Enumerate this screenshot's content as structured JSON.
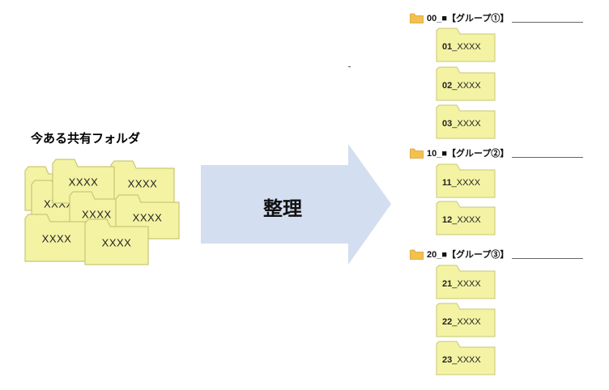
{
  "left": {
    "title": "今ある共有フォルダ",
    "folder_label": "XXXX"
  },
  "arrow": {
    "label": "整理"
  },
  "groups": [
    {
      "head": "00_■【グループ①】",
      "items": [
        {
          "num": "01",
          "suffix": "_XXXX"
        },
        {
          "num": "02",
          "suffix": "_XXXX"
        },
        {
          "num": "03",
          "suffix": "_XXXX"
        }
      ]
    },
    {
      "head": "10_■【グループ②】",
      "items": [
        {
          "num": "11",
          "suffix": "_XXXX"
        },
        {
          "num": "12",
          "suffix": "_XXXX"
        }
      ]
    },
    {
      "head": "20_■【グループ③】",
      "items": [
        {
          "num": "21",
          "suffix": "_XXXX"
        },
        {
          "num": "22",
          "suffix": "_XXXX"
        },
        {
          "num": "23",
          "suffix": "_XXXX"
        }
      ]
    }
  ],
  "colors": {
    "folder_fill": "#f4f3a4",
    "folder_stroke": "#c9c773",
    "arrow_fill": "#d3def0",
    "icon_folder": "#f2c14e"
  }
}
